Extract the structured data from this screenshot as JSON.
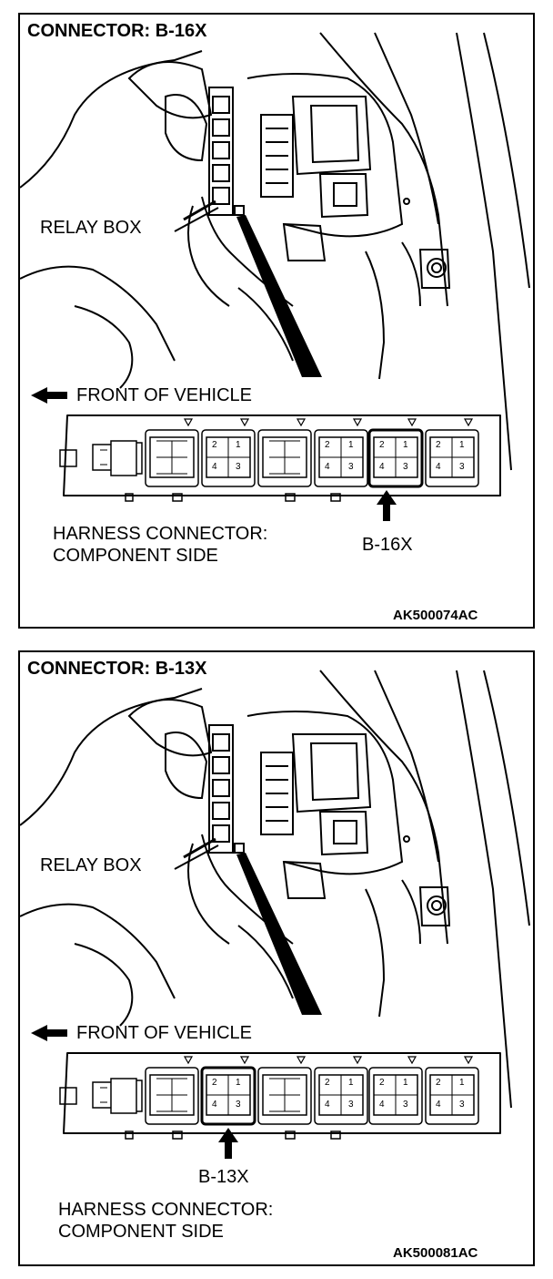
{
  "figures": [
    {
      "title": "CONNECTOR: B-16X",
      "relay_label": "RELAY BOX",
      "front_label": "FRONT OF VEHICLE",
      "harness_line1": "HARNESS CONNECTOR:",
      "harness_line2": "COMPONENT SIDE",
      "connector_callout": "B-16X",
      "code": "AK500074AC",
      "terminals": [
        "2",
        "1",
        "4",
        "3"
      ]
    },
    {
      "title": "CONNECTOR: B-13X",
      "relay_label": "RELAY BOX",
      "front_label": "FRONT OF VEHICLE",
      "harness_line1": "HARNESS CONNECTOR:",
      "harness_line2": "COMPONENT SIDE",
      "connector_callout": "B-13X",
      "code": "AK500081AC",
      "terminals": [
        "2",
        "1",
        "4",
        "3"
      ]
    }
  ]
}
